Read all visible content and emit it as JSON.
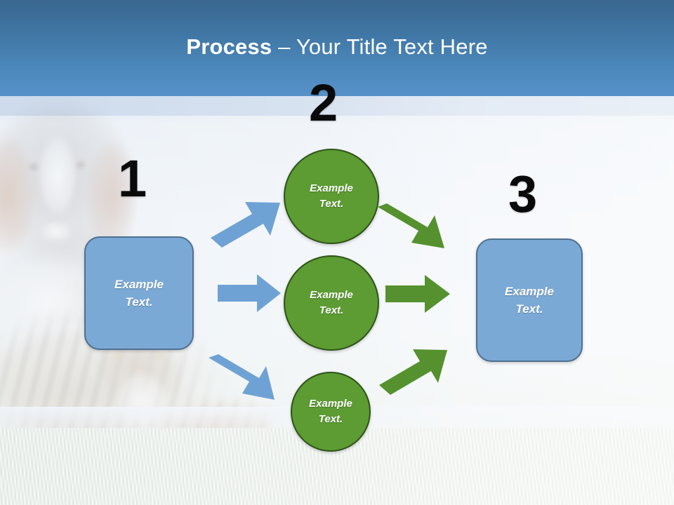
{
  "slide": {
    "title_bold": "Process",
    "title_rest": " – Your Title Text Here",
    "background_description": "faded photo of a dog and a tabby cat lying on grass"
  },
  "colors": {
    "header_top": "#39678F",
    "header_bottom": "#5691C9",
    "title_text": "#FFFFFF",
    "rect_fill": "#7BA9D6",
    "rect_border": "#4E708F",
    "circle_fill": "#5D9B33",
    "circle_border": "#2E5418",
    "arrow_blue": "#6FA2D4",
    "arrow_green": "#55912E",
    "number_text": "#0A0A0A",
    "slide_background": "#E9EFF6"
  },
  "steps": [
    {
      "number": "1",
      "label": "Example\nText."
    },
    {
      "number": "2",
      "label": "Example\nText."
    },
    {
      "number": "3",
      "label": "Example\nText."
    }
  ],
  "nodes": {
    "start": {
      "label": "Example\nText.",
      "shape": "rounded-rectangle",
      "color": "#7BA9D6"
    },
    "middle_top": {
      "label": "Example\nText.",
      "shape": "circle",
      "color": "#5D9B33"
    },
    "middle_center": {
      "label": "Example\nText.",
      "shape": "circle",
      "color": "#5D9B33"
    },
    "middle_bottom": {
      "label": "Example\nText.",
      "shape": "circle",
      "color": "#5D9B33"
    },
    "end": {
      "label": "Example\nText.",
      "shape": "rounded-rectangle",
      "color": "#7BA9D6"
    }
  },
  "arrows": [
    {
      "name": "start-to-top",
      "color": "#6FA2D4",
      "direction": "up-right"
    },
    {
      "name": "start-to-center",
      "color": "#6FA2D4",
      "direction": "right"
    },
    {
      "name": "start-to-bottom",
      "color": "#6FA2D4",
      "direction": "down-right"
    },
    {
      "name": "top-to-end",
      "color": "#55912E",
      "direction": "down-right"
    },
    {
      "name": "center-to-end",
      "color": "#55912E",
      "direction": "right"
    },
    {
      "name": "bottom-to-end",
      "color": "#55912E",
      "direction": "up-right"
    }
  ]
}
